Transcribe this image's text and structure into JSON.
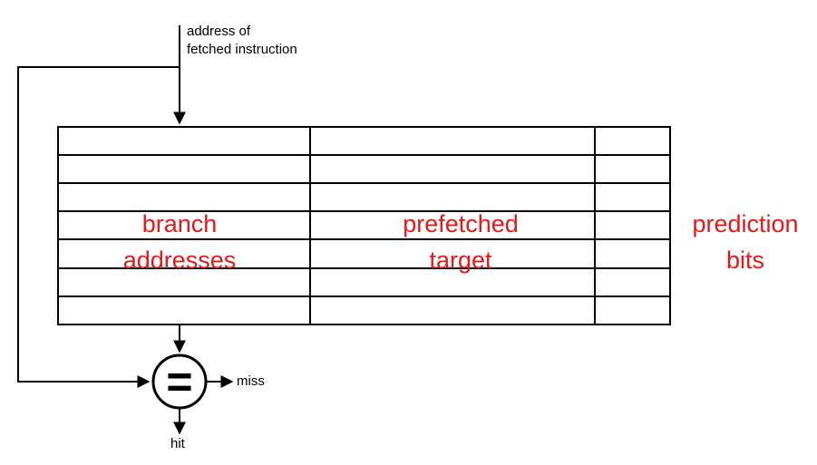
{
  "labels": {
    "address_line1": "address of",
    "address_line2": "fetched instruction",
    "miss": "miss",
    "hit": "hit",
    "comparator_symbol": "="
  },
  "columns": [
    {
      "line1": "branch",
      "line2": "addresses"
    },
    {
      "line1": "prefetched",
      "line2": "target"
    },
    {
      "line1": "prediction",
      "line2": "bits"
    }
  ],
  "colors": {
    "label_red": "#e41a1a",
    "line": "#000000"
  },
  "table": {
    "rows": 7
  }
}
